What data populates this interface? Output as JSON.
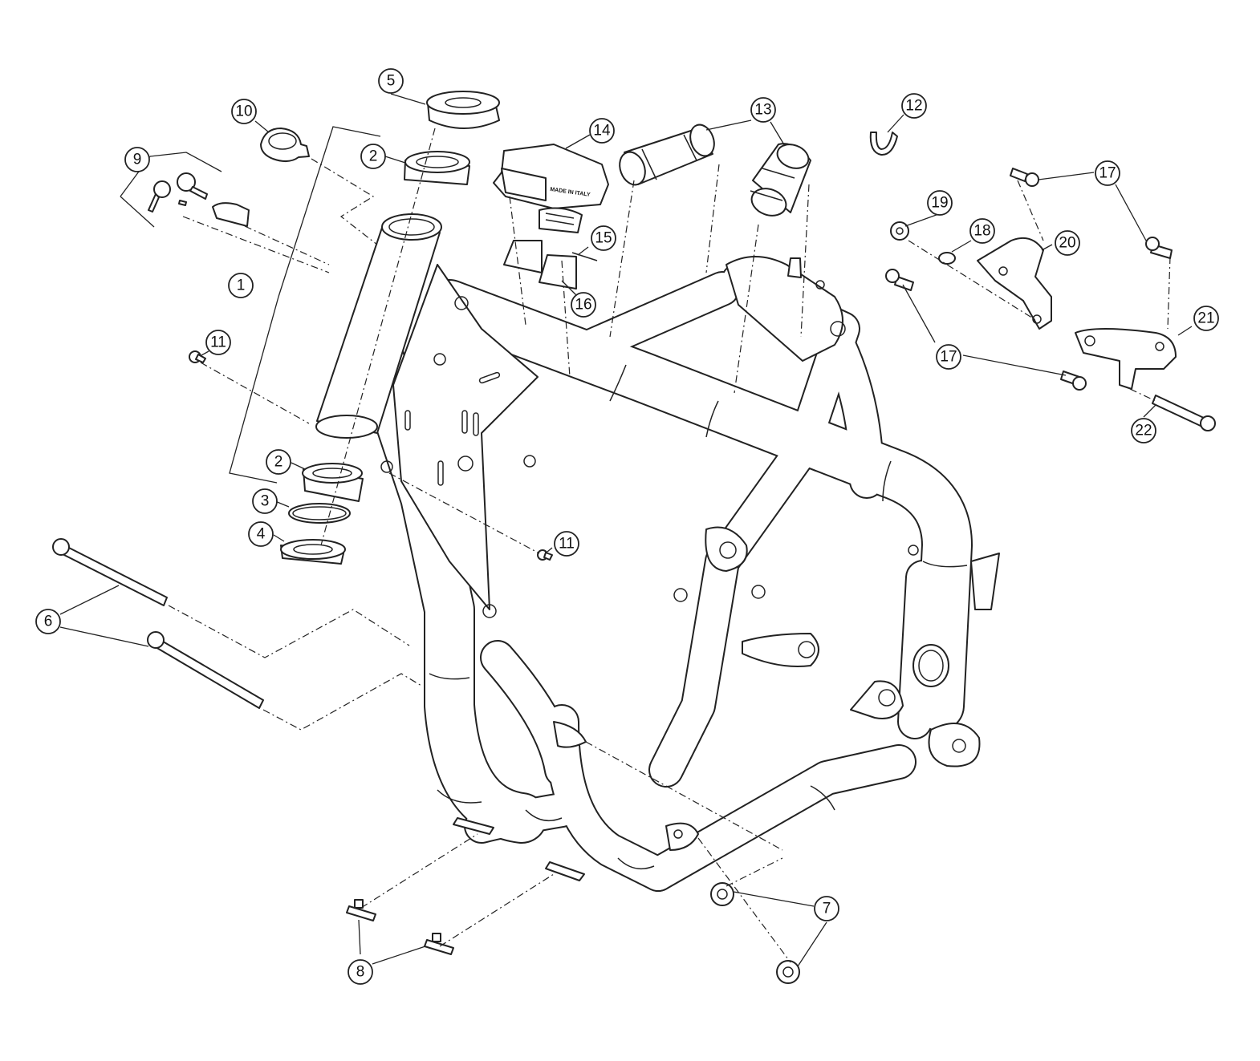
{
  "diagram": {
    "callouts": [
      {
        "label": "1"
      },
      {
        "label": "2"
      },
      {
        "label": "2"
      },
      {
        "label": "3"
      },
      {
        "label": "4"
      },
      {
        "label": "5"
      },
      {
        "label": "6"
      },
      {
        "label": "7"
      },
      {
        "label": "8"
      },
      {
        "label": "9"
      },
      {
        "label": "10"
      },
      {
        "label": "11"
      },
      {
        "label": "11"
      },
      {
        "label": "12"
      },
      {
        "label": "13"
      },
      {
        "label": "14"
      },
      {
        "label": "15"
      },
      {
        "label": "16"
      },
      {
        "label": "17"
      },
      {
        "label": "17"
      },
      {
        "label": "18"
      },
      {
        "label": "19"
      },
      {
        "label": "20"
      },
      {
        "label": "21"
      },
      {
        "label": "22"
      }
    ],
    "relay_label": "MADE IN ITALY"
  }
}
